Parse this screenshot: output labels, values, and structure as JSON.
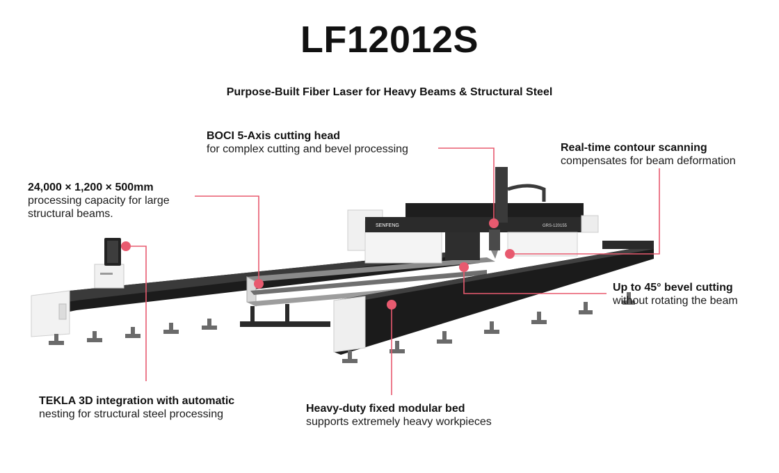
{
  "title": "LF12012S",
  "subtitle": "Purpose-Built Fiber Laser for Heavy Beams & Structural Steel",
  "colors": {
    "accent": "#e85a6f",
    "frame": "#1c1c1c",
    "cover": "#f2f2f2"
  },
  "machine_labels": {
    "brand": "SENFENG",
    "model": "GRS-120155"
  },
  "callouts": {
    "cutting_head": {
      "heading": "BOCI 5-Axis cutting head",
      "body": "for complex cutting and bevel processing"
    },
    "contour_scanning": {
      "heading": "Real-time contour scanning",
      "body": "compensates for beam deformation"
    },
    "capacity": {
      "heading": "24,000 × 1,200 × 500mm",
      "body": "processing capacity for large structural beams."
    },
    "bevel": {
      "heading": "Up to 45° bevel cutting",
      "body": "without rotating the beam"
    },
    "tekla": {
      "heading": "TEKLA 3D integration with automatic",
      "body": "nesting for structural steel processing"
    },
    "bed": {
      "heading": "Heavy-duty fixed modular bed",
      "body": "supports extremely heavy workpieces"
    }
  }
}
